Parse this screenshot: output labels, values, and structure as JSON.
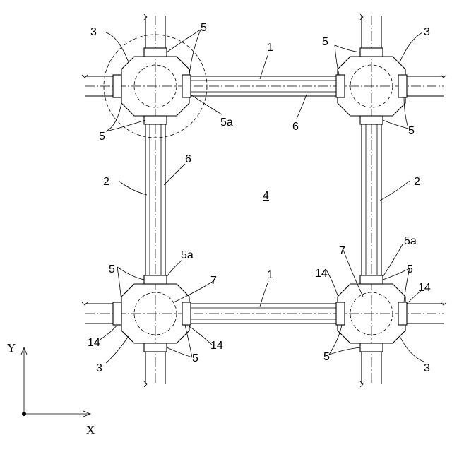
{
  "labels": {
    "beam_x": "1",
    "column_y": "2",
    "joint": "3",
    "space": "4",
    "plate": "5",
    "plate_a": "5a",
    "member": "6",
    "ring": "7",
    "stiffener": "14"
  },
  "axes": {
    "x": "X",
    "y": "Y"
  }
}
